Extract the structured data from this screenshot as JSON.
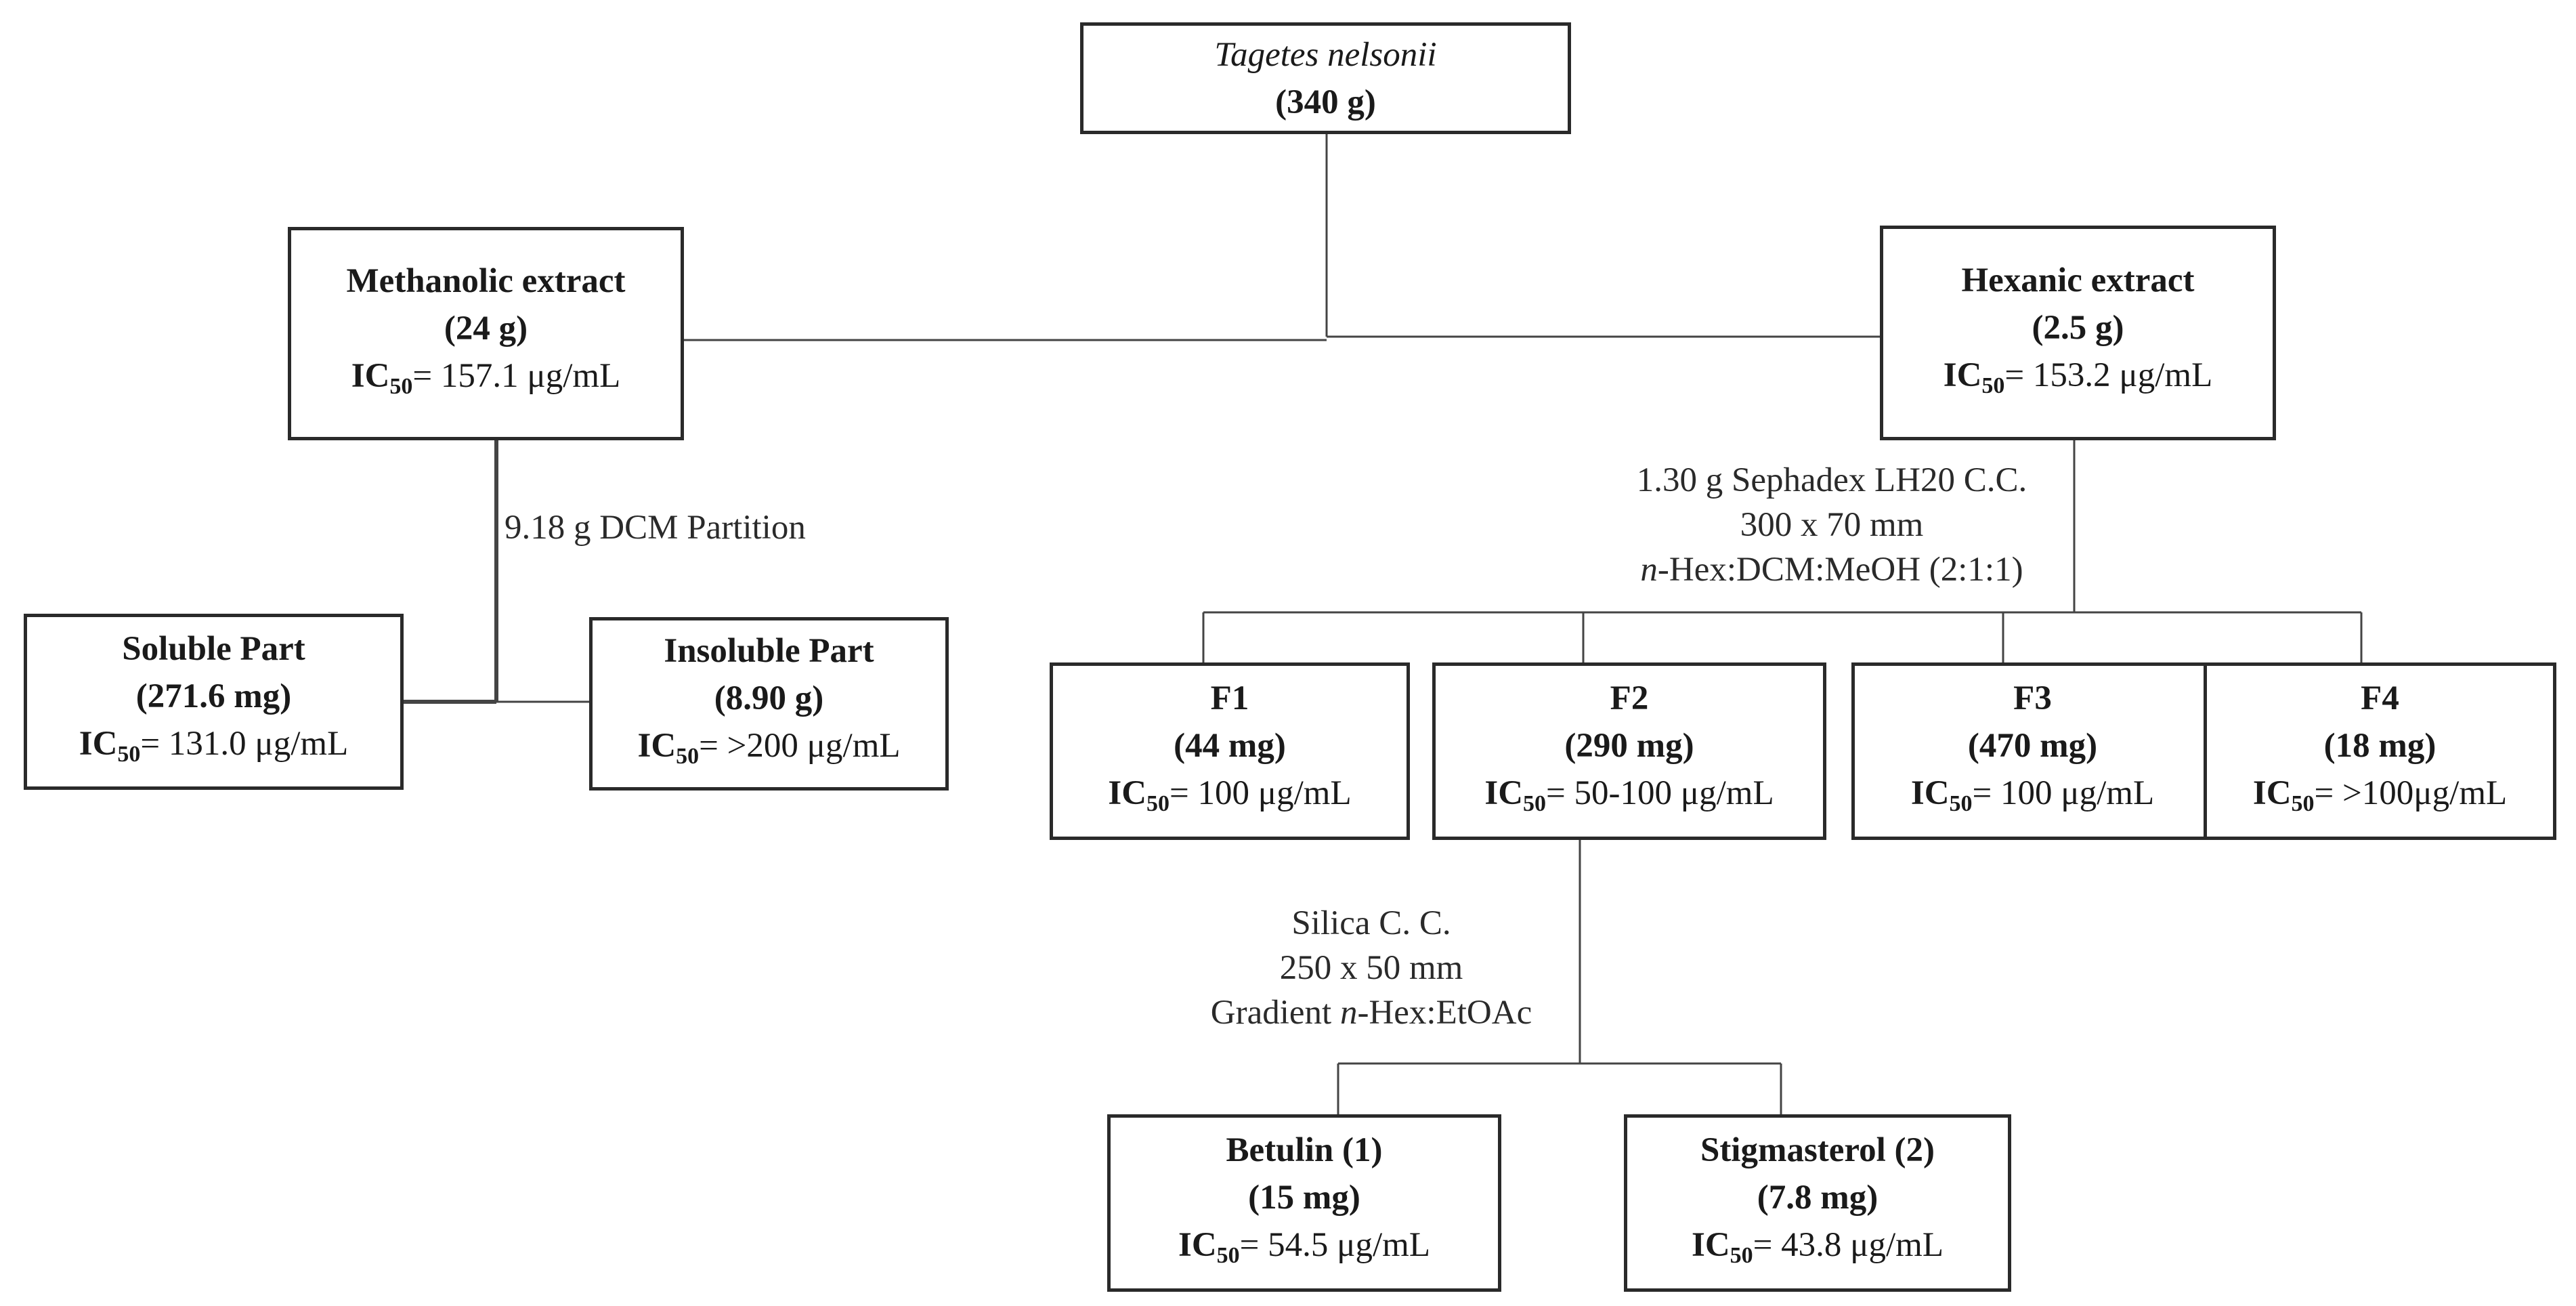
{
  "nodes": {
    "root": {
      "name": "Tagetes nelsonii",
      "mass": "(340 g)"
    },
    "methanolic": {
      "name": "Methanolic extract",
      "mass": "(24 g)",
      "ic_label": "IC",
      "ic_sub": "50",
      "ic_value": "= 157.1 μg/mL"
    },
    "hexanic": {
      "name": "Hexanic extract",
      "mass": "(2.5 g)",
      "ic_label": "IC",
      "ic_sub": "50",
      "ic_value": "= 153.2 μg/mL"
    },
    "soluble": {
      "name": "Soluble Part",
      "mass": "(271.6 mg)",
      "ic_label": "IC",
      "ic_sub": "50",
      "ic_value": "= 131.0 μg/mL"
    },
    "insoluble": {
      "name": "Insoluble Part",
      "mass": "(8.90 g)",
      "ic_label": "IC",
      "ic_sub": "50",
      "ic_value": "= >200 μg/mL"
    },
    "f1": {
      "name": "F1",
      "mass": "(44 mg)",
      "ic_label": "IC",
      "ic_sub": "50",
      "ic_value": "= 100 μg/mL"
    },
    "f2": {
      "name": "F2",
      "mass": "(290 mg)",
      "ic_label": "IC",
      "ic_sub": "50",
      "ic_value": "= 50-100 μg/mL"
    },
    "f3": {
      "name": "F3",
      "mass": "(470 mg)",
      "ic_label": "IC",
      "ic_sub": "50",
      "ic_value": "= 100 μg/mL"
    },
    "f4": {
      "name": "F4",
      "mass": "(18 mg)",
      "ic_label": "IC",
      "ic_sub": "50",
      "ic_value": "= >100μg/mL"
    },
    "betulin": {
      "name": "Betulin (1)",
      "mass": "(15 mg)",
      "ic_label": "IC",
      "ic_sub": "50",
      "ic_value": "= 54.5 μg/mL"
    },
    "stigmasterol": {
      "name": "Stigmasterol (2)",
      "mass": "(7.8 mg)",
      "ic_label": "IC",
      "ic_sub": "50",
      "ic_value": "= 43.8 μg/mL"
    }
  },
  "procedures": {
    "partition": {
      "line1": "9.18 g  DCM Partition"
    },
    "sephadex": {
      "line1": "1.30 g  Sephadex LH20 C.C.",
      "line2": "300 x 70 mm",
      "line3_italic": "n",
      "line3_rest": "-Hex:DCM:MeOH  (2:1:1)"
    },
    "silica": {
      "line1": "Silica C. C.",
      "line2": "250 x 50 mm",
      "line3_pre": "Gradient ",
      "line3_italic": "n",
      "line3_rest": "-Hex:EtOAc"
    }
  }
}
